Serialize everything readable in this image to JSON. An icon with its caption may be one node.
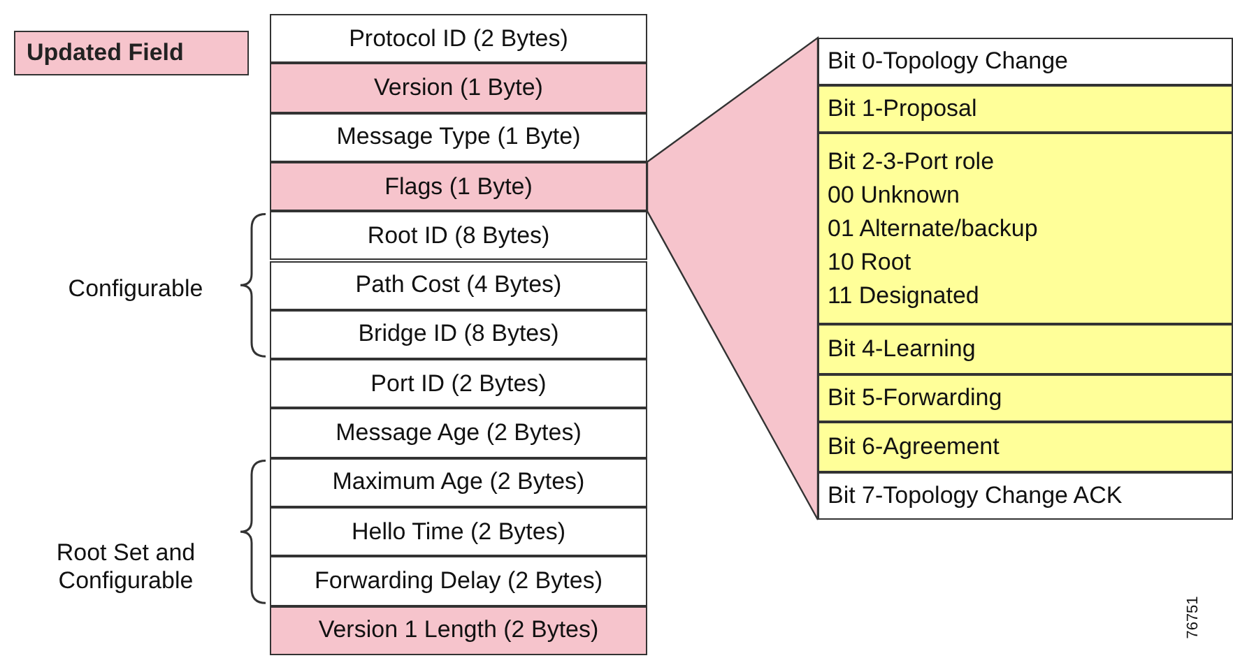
{
  "diagram": {
    "nodes": [
      {
        "text": [
          "Protocol ID (2 Bytes)"
        ]
      },
      {
        "text": [
          "Version (1 Byte)"
        ]
      },
      {
        "text": [
          "Message Type (1 Byte)"
        ]
      },
      {
        "text": [
          "Flags (1 Byte)"
        ]
      },
      {
        "text": [
          "Root ID (8 Bytes)"
        ]
      },
      {
        "text": [
          "Path Cost (4 Bytes)"
        ]
      },
      {
        "text": [
          "Bridge ID (8 Bytes)"
        ]
      },
      {
        "text": [
          "Port ID (2 Bytes)"
        ]
      },
      {
        "text": [
          "Message Age (2 Bytes)"
        ]
      },
      {
        "text": [
          "Maximum Age (2 Bytes)"
        ]
      },
      {
        "text": [
          "Hello Time (2 Bytes)"
        ]
      },
      {
        "text": [
          "Forwarding Delay (2 Bytes)"
        ]
      },
      {
        "text": [
          "Version 1 Length (2 Bytes)"
        ]
      },
      {
        "text": [
          "Bit 0-Topology Change"
        ]
      },
      {
        "text": [
          "Bit 1-Proposal"
        ]
      },
      {
        "text": [
          "Bit 2-3-Port role",
          "00 Unknown",
          "01 Alternate/backup",
          "10 Root",
          "11 Designated"
        ]
      },
      {
        "text": [
          "Bit 4-Learning"
        ]
      },
      {
        "text": [
          "Bit 5-Forwarding"
        ]
      },
      {
        "text": [
          "Bit 6-Agreement"
        ]
      },
      {
        "text": [
          "Bit 7-Topology Change ACK"
        ]
      },
      {
        "text": [],
        "shape": "wedge"
      }
    ],
    "edges": [],
    "labels": [
      "Configurable",
      "Root Set and Configurable",
      "76751"
    ],
    "legend": [
      {
        "text": "Updated Field",
        "color": "#f6c4cc"
      }
    ]
  }
}
